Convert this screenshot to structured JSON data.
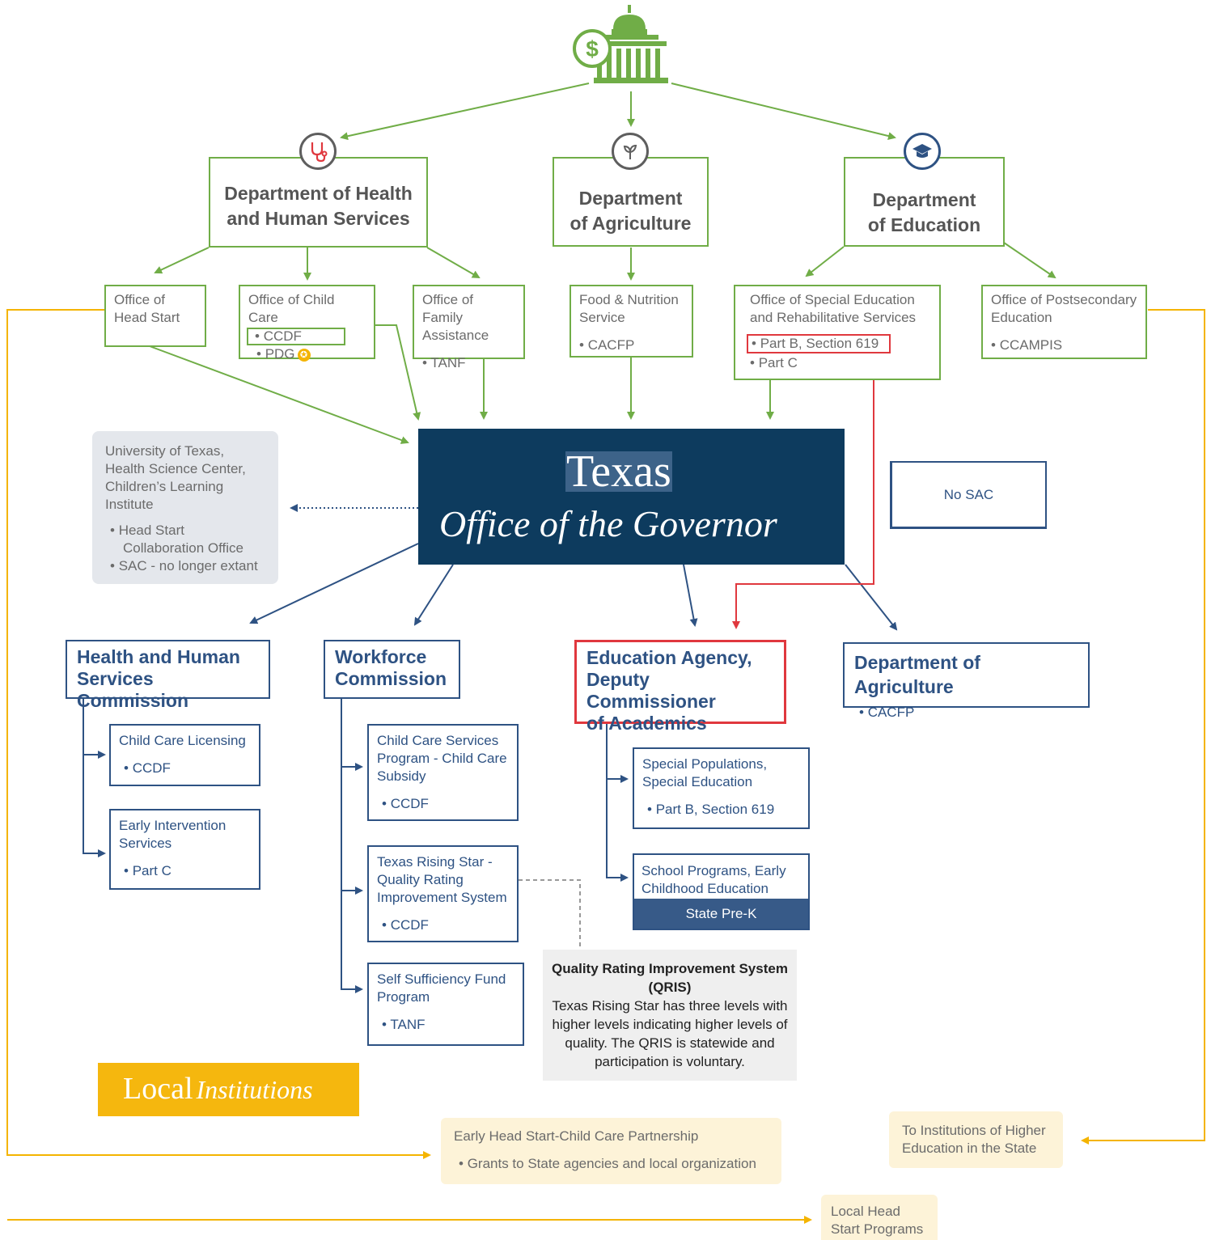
{
  "federal": {
    "hhs": {
      "title_line1": "Department of Health",
      "title_line2": "and Human Services",
      "icon": "stethoscope-icon"
    },
    "agriculture": {
      "title_line1": "Department",
      "title_line2": "of Agriculture",
      "icon": "sprout-icon"
    },
    "education": {
      "title_line1": "Department",
      "title_line2": "of Education",
      "icon": "graduation-cap-icon"
    }
  },
  "offices": {
    "head_start": {
      "line1": "Office of",
      "line2": "Head Start"
    },
    "child_care": {
      "title": "Office of Child Care",
      "items": [
        "CCDF",
        "PDG"
      ]
    },
    "family_assistance": {
      "line1": "Office of Family",
      "line2": "Assistance",
      "items": [
        "TANF"
      ]
    },
    "food_nutrition": {
      "line1": "Food & Nutrition",
      "line2": "Service",
      "items": [
        "CACFP"
      ]
    },
    "special_ed": {
      "line1": "Office of Special Education",
      "line2": "and Rehabilitative Services",
      "items": [
        "Part B, Section 619",
        "Part C"
      ]
    },
    "postsecondary": {
      "line1": "Office of Postsecondary",
      "line2": "Education",
      "items": [
        "CCAMPIS"
      ]
    }
  },
  "governor": {
    "state": "Texas",
    "office": "Office of the Governor"
  },
  "university": {
    "lines": [
      "University of Texas,",
      "Health Science Center,",
      "Children’s Learning",
      "Institute"
    ],
    "items": [
      "Head Start",
      "Collaboration Office",
      "SAC - no longer extant"
    ]
  },
  "no_sac": "No SAC",
  "state": {
    "hhsc": {
      "line1": "Health and Human",
      "line2": "Services Commission"
    },
    "workforce": {
      "line1": "Workforce",
      "line2": "Commission"
    },
    "tea": {
      "line1": "Education Agency,",
      "line2": "Deputy Commissioner",
      "line3": "of Academics"
    },
    "agriculture": {
      "title": "Department of Agriculture",
      "items": [
        "CACFP"
      ]
    }
  },
  "subs": {
    "licensing": {
      "title": "Child Care Licensing",
      "items": [
        "CCDF"
      ]
    },
    "eci": {
      "line1": "Early Intervention",
      "line2": "Services",
      "items": [
        "Part C"
      ]
    },
    "ccs": {
      "line1": "Child Care Services",
      "line2": "Program - Child Care",
      "line3": "Subsidy",
      "items": [
        "CCDF"
      ]
    },
    "trs": {
      "line1": "Texas Rising Star -",
      "line2": "Quality Rating",
      "line3": "Improvement System",
      "items": [
        "CCDF"
      ]
    },
    "ssf": {
      "line1": "Self Sufficiency Fund",
      "line2": "Program",
      "items": [
        "TANF"
      ]
    },
    "special_pop": {
      "line1": "Special Populations,",
      "line2": "Special Education",
      "items": [
        "Part B, Section 619"
      ]
    },
    "school_prog": {
      "line1": "School Programs, Early",
      "line2": "Childhood Education",
      "band": "State Pre-K"
    }
  },
  "qris": {
    "title_line1": "Quality Rating Improvement System",
    "title_line2": "(QRIS)",
    "body": [
      "Texas Rising Star has three levels with",
      "higher levels indicating higher levels of",
      "quality. The QRIS is statewide and",
      "participation is voluntary."
    ]
  },
  "local": {
    "banner_word1": "Local",
    "banner_word2": "Institutions",
    "ehs": {
      "title": "Early Head Start-Child Care Partnership",
      "items": [
        "Grants to State agencies and local organization"
      ]
    },
    "higher_ed": {
      "line1": "To Institutions of Higher",
      "line2": "Education in the State"
    },
    "head_start_programs": {
      "line1": "Local Head",
      "line2": "Start Programs"
    }
  },
  "colors": {
    "green": "#70ad47",
    "navy": "#0d3b5e",
    "blue": "#2e5283",
    "red": "#e0383e",
    "gold": "#f4b400",
    "cream": "#fdf3d8",
    "grey": "#e4e7ec"
  }
}
